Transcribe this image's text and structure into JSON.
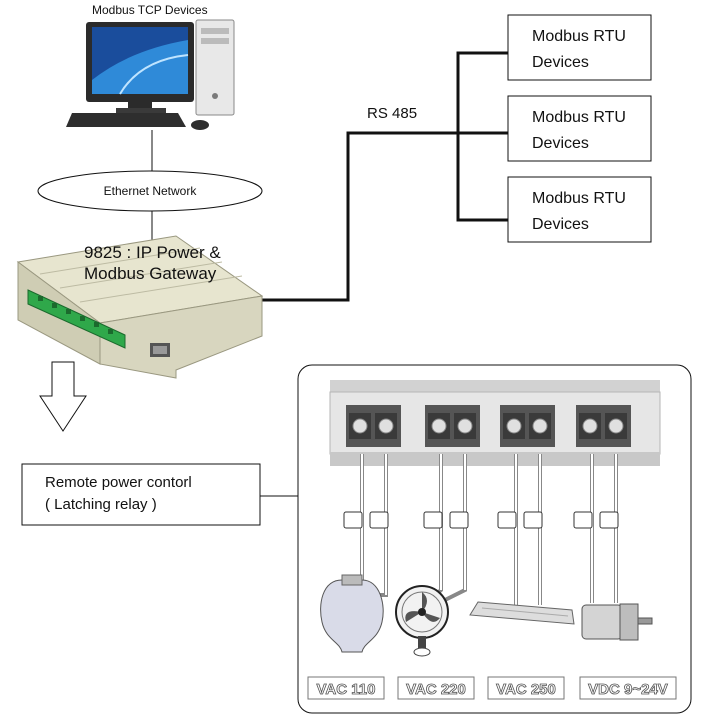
{
  "pc": {
    "label": "Modbus TCP Devices"
  },
  "network": {
    "label": "Ethernet Network"
  },
  "gateway": {
    "label_line1": "9825 : IP Power &",
    "label_line2": "Modbus Gateway"
  },
  "bus": {
    "label": "RS 485"
  },
  "rtu_devices": [
    {
      "line1": "Modbus RTU",
      "line2": "Devices"
    },
    {
      "line1": "Modbus RTU",
      "line2": "Devices"
    },
    {
      "line1": "Modbus RTU",
      "line2": "Devices"
    }
  ],
  "remote_box": {
    "line1": "Remote power contorl",
    "line2": "( Latching relay )"
  },
  "loads": [
    {
      "voltage": "VAC 110",
      "device": "light-bulb"
    },
    {
      "voltage": "VAC 220",
      "device": "fan"
    },
    {
      "voltage": "VAC 250",
      "device": "lamp-tube"
    },
    {
      "voltage": "VDC 9~24V",
      "device": "motor"
    }
  ]
}
